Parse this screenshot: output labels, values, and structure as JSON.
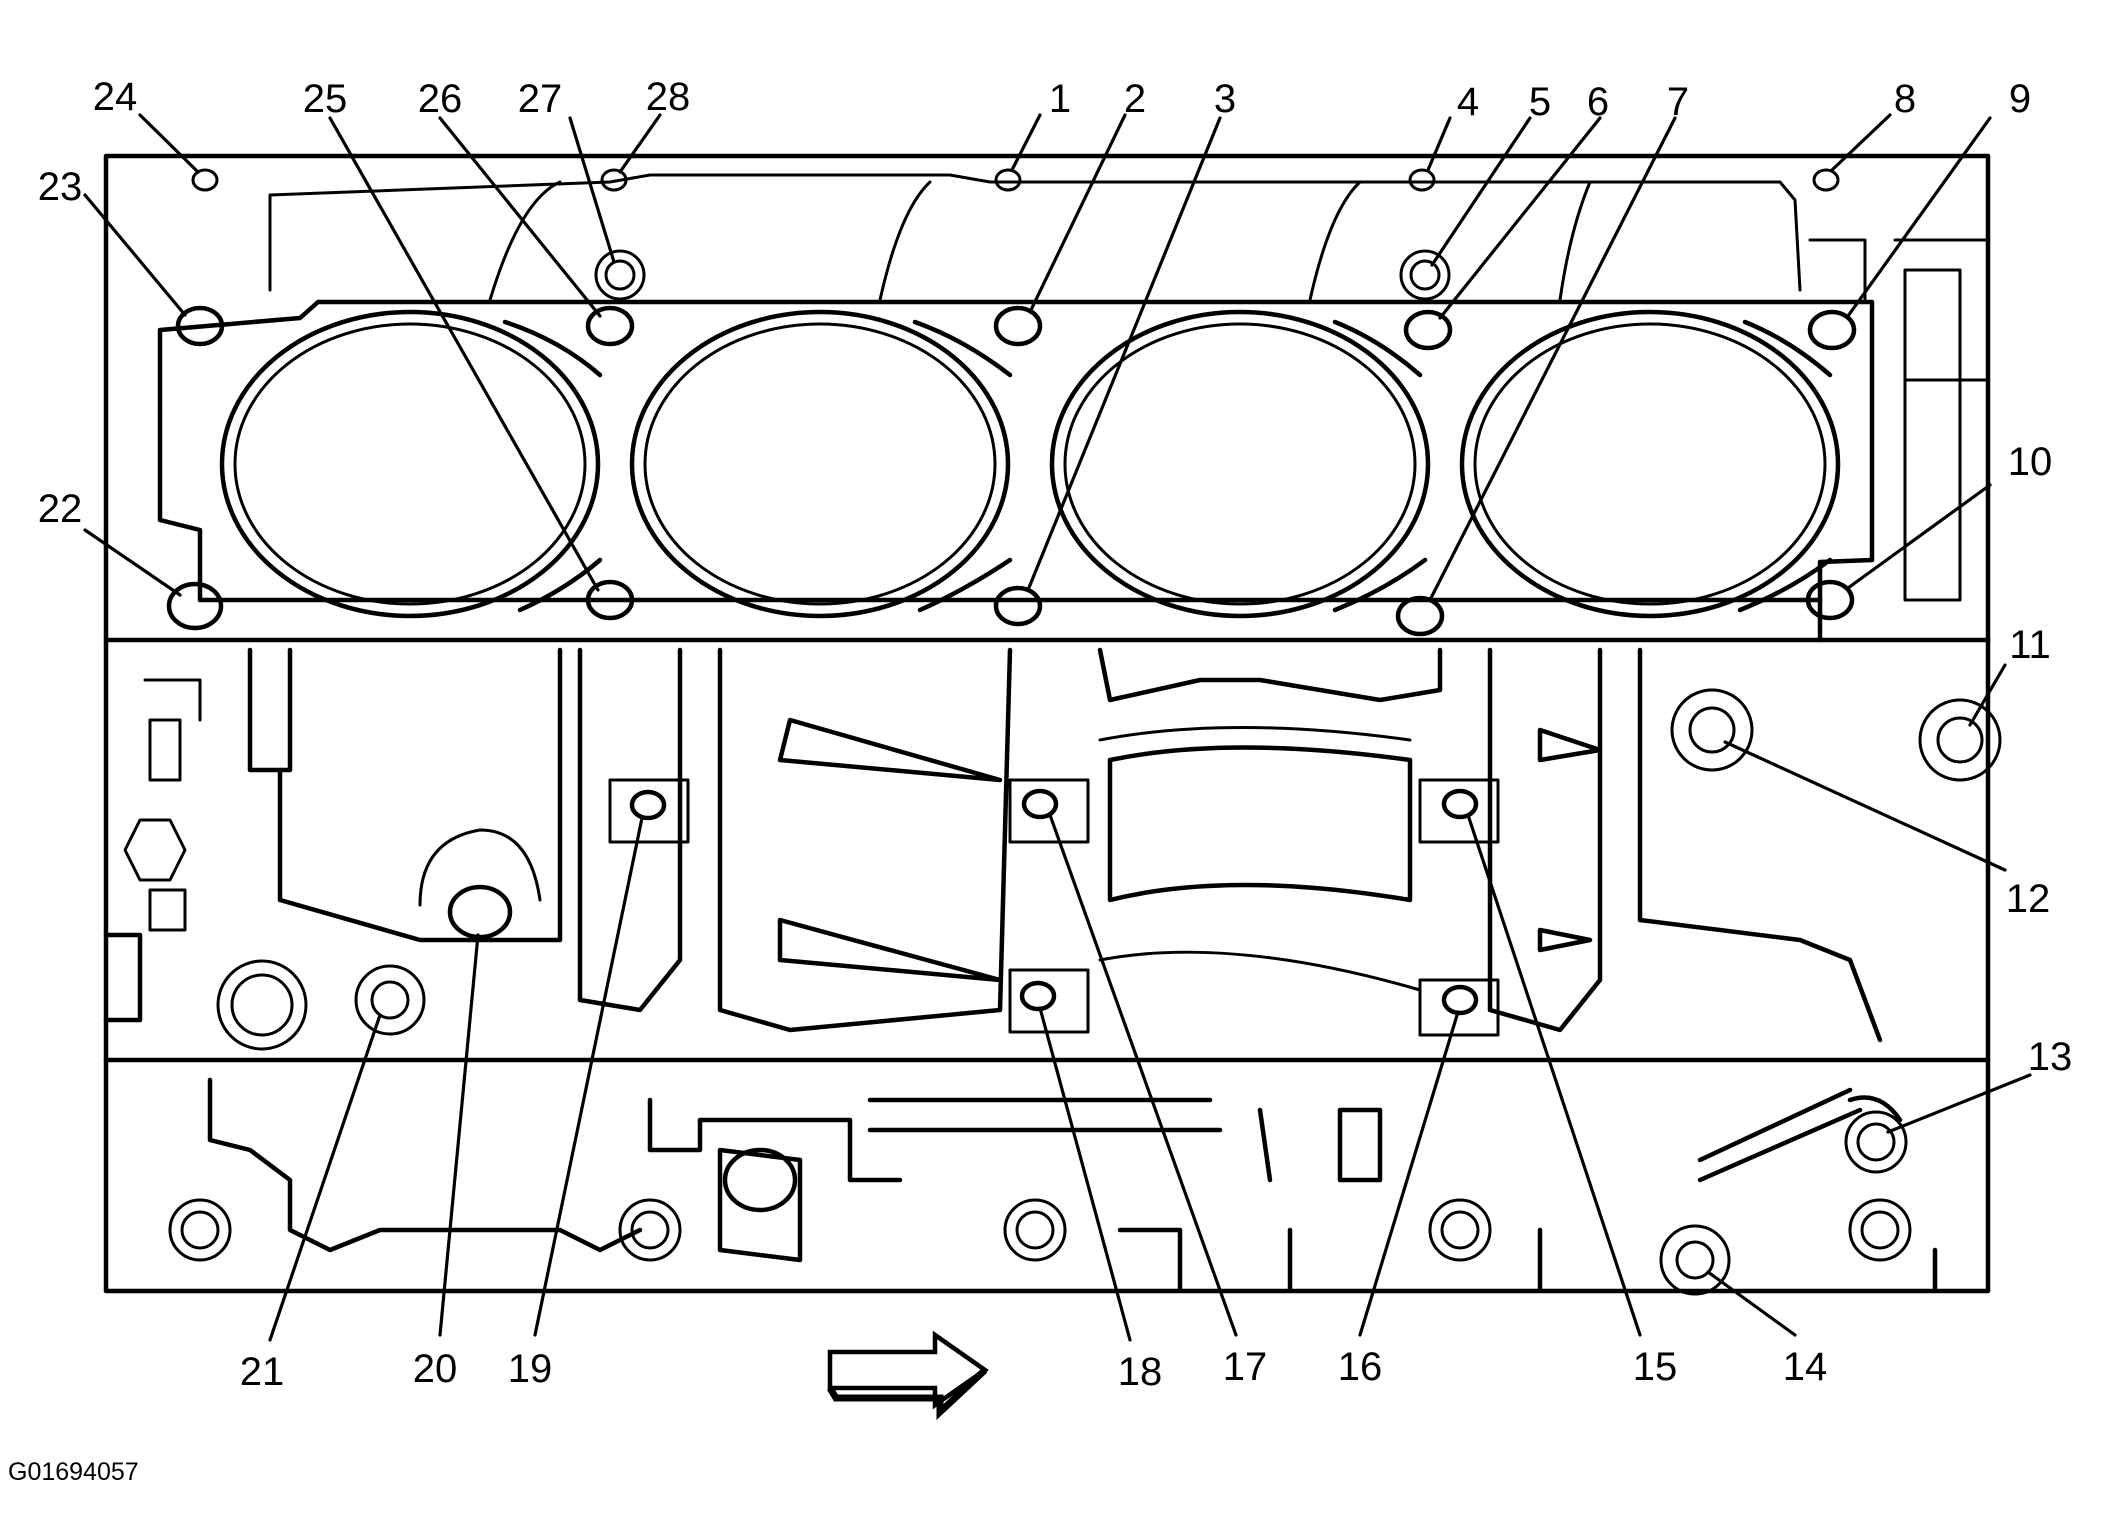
{
  "figure_id": "G01694057",
  "callouts": [
    "1",
    "2",
    "3",
    "4",
    "5",
    "6",
    "7",
    "8",
    "9",
    "10",
    "11",
    "12",
    "13",
    "14",
    "15",
    "16",
    "17",
    "18",
    "19",
    "20",
    "21",
    "22",
    "23",
    "24",
    "25",
    "26",
    "27",
    "28"
  ],
  "direction_arrow": "front-direction-arrow"
}
